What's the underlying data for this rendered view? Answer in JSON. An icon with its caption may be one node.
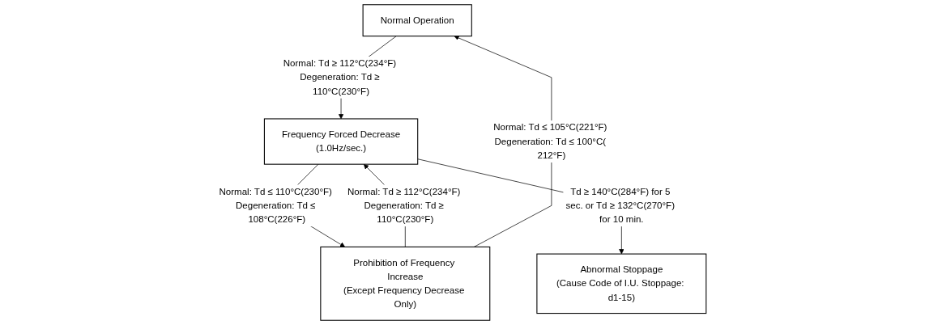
{
  "diagram": {
    "nodes": [
      {
        "text": [
          "Normal Operation"
        ]
      },
      {
        "text": [
          "Frequency Forced Decrease",
          "(1.0Hz/sec.)"
        ]
      },
      {
        "text": [
          "Prohibition of Frequency Increase",
          "(Except Frequency Decrease Only)"
        ]
      },
      {
        "text": [
          "Abnormal Stoppage",
          "(Cause Code of I.U. Stoppage: d1-15)"
        ]
      }
    ],
    "edges": [
      {
        "from": 0,
        "to": 1,
        "arrow": "to",
        "label": "Normal: Td ≥ 112°C(234°F) Degeneration: Td ≥ 110°C(230°F)"
      },
      {
        "from": 1,
        "to": 2,
        "arrow": "to",
        "label": "Normal: Td ≤ 110°C(230°F) Degeneration: Td ≤ 108°C(226°F)"
      },
      {
        "from": 2,
        "to": 1,
        "arrow": "to",
        "label": "Normal: Td ≥ 112°C(234°F) Degeneration: Td ≥ 110°C(230°F)"
      },
      {
        "from": 2,
        "to": 0,
        "arrow": "to",
        "label": "Normal: Td ≤ 105°C(221°F) Degeneration: Td ≤ 100°C( 212°F)"
      },
      {
        "from": 1,
        "to": 3,
        "arrow": "to",
        "label": "Td ≥ 140°C(284°F) for 5 sec. or Td ≥ 132°C(270°F) for 10 min."
      }
    ]
  }
}
